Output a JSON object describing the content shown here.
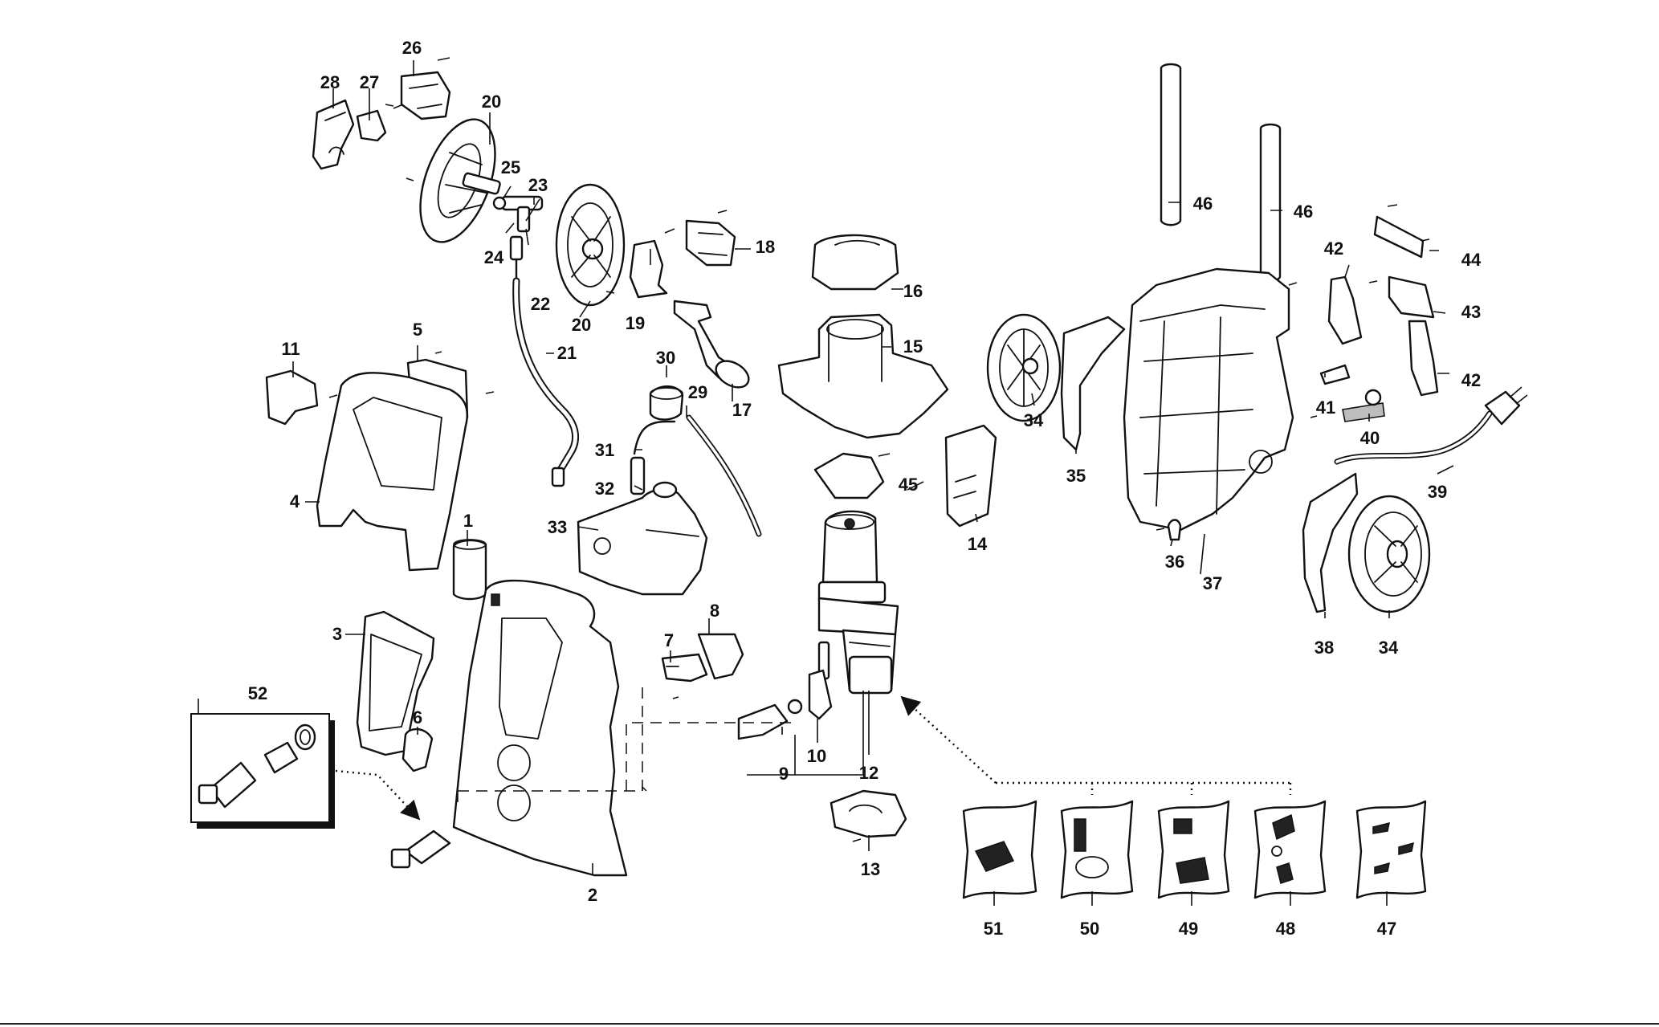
{
  "diagram": {
    "callouts": [
      "1",
      "2",
      "3",
      "4",
      "5",
      "6",
      "7",
      "8",
      "9",
      "10",
      "11",
      "12",
      "13",
      "14",
      "15",
      "16",
      "17",
      "18",
      "19",
      "20",
      "20",
      "21",
      "22",
      "23",
      "24",
      "25",
      "26",
      "27",
      "28",
      "29",
      "30",
      "31",
      "32",
      "33",
      "34",
      "34",
      "35",
      "36",
      "37",
      "38",
      "39",
      "40",
      "41",
      "42",
      "42",
      "43",
      "44",
      "45",
      "46",
      "46",
      "47",
      "48",
      "49",
      "50",
      "51",
      "52"
    ]
  }
}
